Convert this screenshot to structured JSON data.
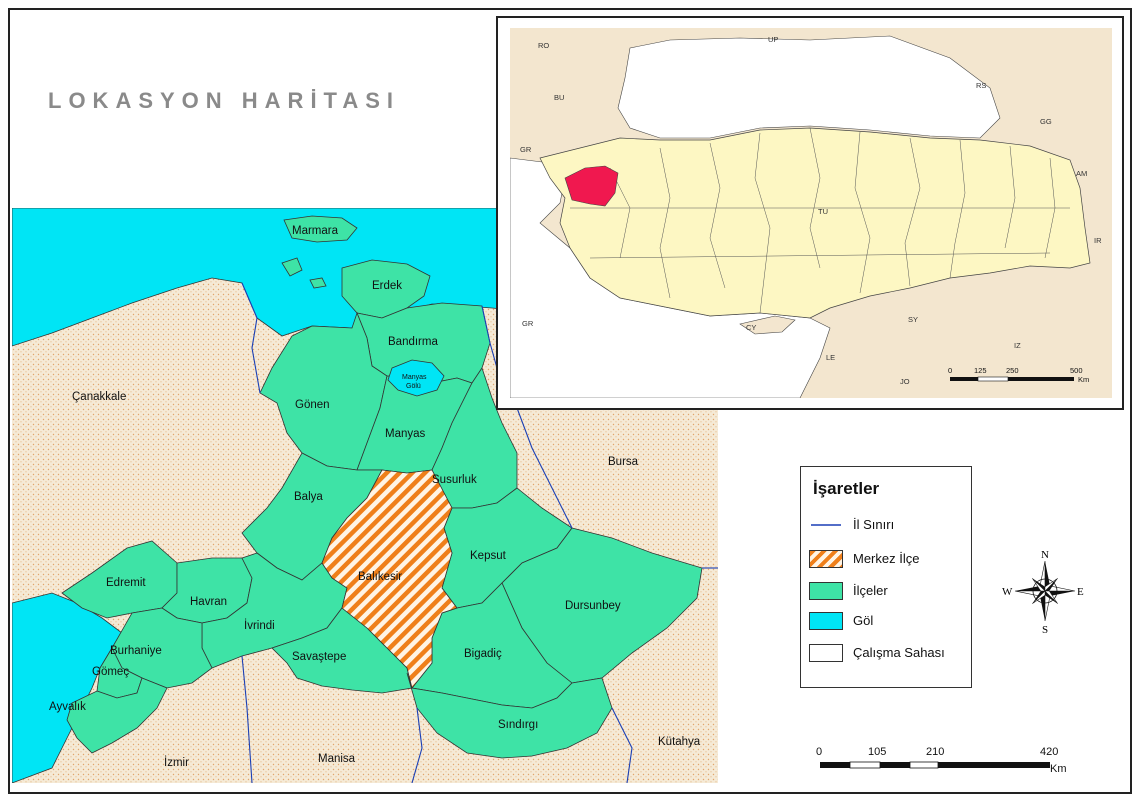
{
  "title": "LOKASYON HARİTASI",
  "colors": {
    "lake": "#00e5f5",
    "district": "#3ee3a6",
    "center_hatch": "#ef7f1a",
    "surround": "#f3e6cf",
    "turkey": "#fdf7c3",
    "highlight": "#f0184f",
    "sea_inset": "#ffffff",
    "boundary": "#1a3fb5"
  },
  "districts": {
    "marmara": "Marmara",
    "erdek": "Erdek",
    "bandirma": "Bandırma",
    "manyas_golu": "Manyas Gölü",
    "gonen": "Gönen",
    "manyas": "Manyas",
    "susurluk": "Susurluk",
    "balya": "Balya",
    "kepsut": "Kepsut",
    "balikesir": "Balıkesir",
    "edremit": "Edremit",
    "havran": "Havran",
    "ivrindi": "İvrindi",
    "dursunbey": "Dursunbey",
    "burhaniye": "Burhaniye",
    "gomec": "Gömeç",
    "savastepe": "Savaştepe",
    "bigadic": "Bigadiç",
    "ayvalik": "Ayvalık",
    "sindirgi": "Sındırgı"
  },
  "neighbors": {
    "canakkale": "Çanakkale",
    "bursa": "Bursa",
    "izmir": "İzmir",
    "manisa": "Manisa",
    "kutahya": "Kütahya"
  },
  "inset_labels": {
    "ro": "RO",
    "up": "UP",
    "rs": "RS",
    "bu": "BU",
    "gg": "GG",
    "gr": "GR",
    "am": "AM",
    "ir": "IR",
    "gr2": "GR",
    "cy": "CY",
    "sy": "SY",
    "iz": "IZ",
    "le": "LE",
    "jo": "JO",
    "tu": "TU"
  },
  "legend": {
    "title": "İşaretler",
    "items": [
      {
        "label": "İl Sınırı",
        "type": "line"
      },
      {
        "label": "Merkez İlçe",
        "type": "hatch"
      },
      {
        "label": "İlçeler",
        "type": "district"
      },
      {
        "label": "Göl",
        "type": "lake"
      },
      {
        "label": "Çalışma Sahası",
        "type": "study"
      }
    ]
  },
  "scale_main": {
    "ticks": [
      "0",
      "105",
      "210",
      "420"
    ],
    "unit": "Km"
  },
  "scale_inset": {
    "ticks": [
      "0",
      "125",
      "250",
      "500"
    ],
    "unit": "Km"
  },
  "compass": {
    "n": "N",
    "s": "S",
    "e": "E",
    "w": "W"
  }
}
